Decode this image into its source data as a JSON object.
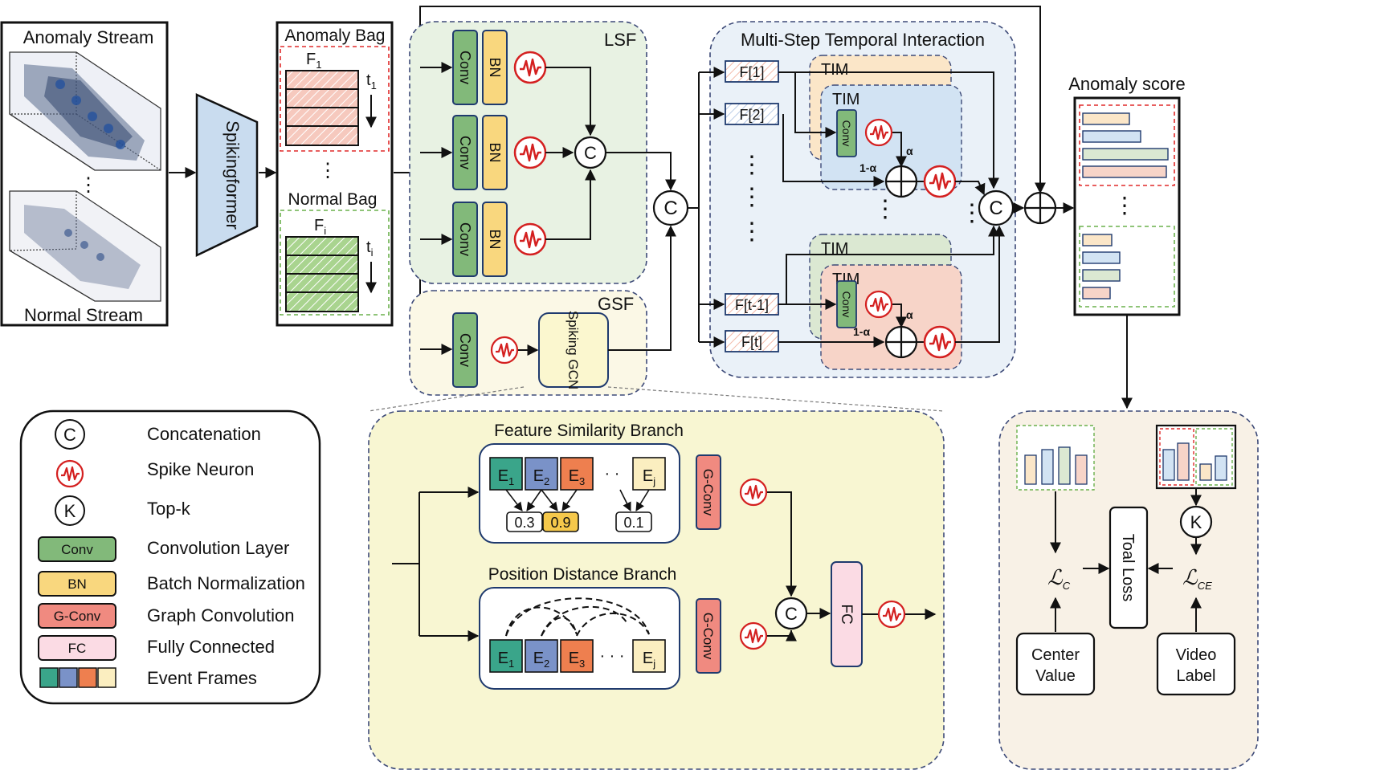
{
  "input": {
    "anomaly_stream": "Anomaly Stream",
    "normal_stream": "Normal Stream",
    "dots": "⋮",
    "encoder": "Spikingformer"
  },
  "bags": {
    "anomaly_bag": "Anomaly Bag",
    "normal_bag": "Normal Bag",
    "f1": "F",
    "f1_sub": "1",
    "t1": "t",
    "t1_sub": "1",
    "fi": "F",
    "fi_sub": "i",
    "ti": "t",
    "ti_sub": "i",
    "dots": "⋮"
  },
  "lsf": {
    "title": "LSF",
    "conv": "Conv",
    "bn": "BN",
    "concat": "C"
  },
  "gsf": {
    "title": "GSF",
    "conv": "Conv",
    "spiking_gcn": "Spiking GCN"
  },
  "concat_main": "C",
  "mti": {
    "title": "Multi-Step Temporal Interaction",
    "f1": "F[1]",
    "f2": "F[2]",
    "ft1": "F[t-1]",
    "ft": "F[t]",
    "tim": "TIM",
    "conv": "Conv",
    "alpha": "α",
    "one_minus_alpha": "1-α",
    "concat": "C",
    "dots_v": "⋮",
    "dots_h": "⋮"
  },
  "plus": "⊕",
  "anomaly_score": "Anomaly score",
  "legend": {
    "items": [
      {
        "symbol": "C",
        "label": "Concatenation"
      },
      {
        "symbol": "spike",
        "label": "Spike Neuron"
      },
      {
        "symbol": "K",
        "label": "Top-k"
      },
      {
        "symbol": "Conv",
        "label": "Convolution Layer"
      },
      {
        "symbol": "BN",
        "label": "Batch Normalization"
      },
      {
        "symbol": "G-Conv",
        "label": "Graph Convolution"
      },
      {
        "symbol": "FC",
        "label": "Fully Connected"
      },
      {
        "symbol": "frames",
        "label": "Event Frames"
      }
    ]
  },
  "gcn_detail": {
    "feature_branch": "Feature Similarity Branch",
    "position_branch": "Position Distance Branch",
    "e": "E",
    "sub1": "1",
    "sub2": "2",
    "sub3": "3",
    "subj": "j",
    "ellipsis": "· ·",
    "ellipsis2": "· · ·",
    "v1": "0.3",
    "v2": "0.9",
    "v3": "0.1",
    "gconv": "G-Conv",
    "concat": "C",
    "fc": "FC"
  },
  "loss": {
    "lc": "ℒ",
    "lc_sub": "C",
    "lce": "ℒ",
    "lce_sub": "CE",
    "total": "Toal Loss",
    "center_value_1": "Center",
    "center_value_2": "Value",
    "video_label_1": "Video",
    "video_label_2": "Label",
    "topk": "K"
  },
  "colors": {
    "conv": "#82b97a",
    "bn": "#f9d77e",
    "gconv": "#f08a80",
    "fc": "#fbdbe4",
    "spike": "#d42020",
    "lsf_bg": "#e8f2e3",
    "gsf_bg": "#fbf8e6",
    "mti_bg": "#eaf1f8",
    "gcn_bg": "#f8f6d2",
    "loss_bg": "#f8f1e6",
    "e1": "#3aa58a",
    "e2": "#7a92c8",
    "e3": "#ee7f4f",
    "ej": "#fbeec0",
    "encoder": "#c9dcef"
  }
}
